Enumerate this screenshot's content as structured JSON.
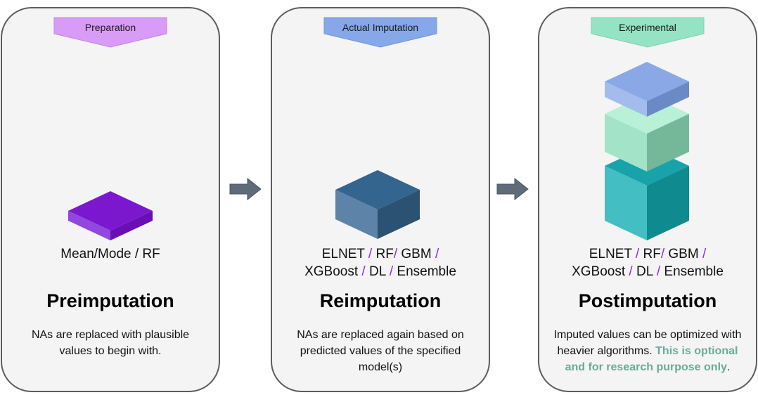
{
  "stages": [
    {
      "tag": "Preparation",
      "tag_color": "#d89cf6",
      "methods_line1": [
        {
          "t": "Mean/Mode / RF",
          "sep": false
        }
      ],
      "methods_line2": [],
      "title": "Preimputation",
      "description": "NAs are replaced with plausible values to begin with.",
      "description_highlight": "",
      "description_end": ""
    },
    {
      "tag": "Actual Imputation",
      "tag_color": "#86a8e8",
      "methods_line1": [
        {
          "t": "ELNET",
          "sep": false
        },
        {
          "t": " / ",
          "sep": true
        },
        {
          "t": "RF",
          "sep": false
        },
        {
          "t": "/ ",
          "sep": true
        },
        {
          "t": "GBM",
          "sep": false
        },
        {
          "t": " /",
          "sep": true
        }
      ],
      "methods_line2": [
        {
          "t": "XGBoost",
          "sep": false
        },
        {
          "t": " / ",
          "sep": true
        },
        {
          "t": "DL",
          "sep": false
        },
        {
          "t": " / ",
          "sep": true
        },
        {
          "t": "Ensemble",
          "sep": false
        }
      ],
      "title": "Reimputation",
      "description": "NAs are replaced again based on predicted values of the specified model(s)",
      "description_highlight": "",
      "description_end": ""
    },
    {
      "tag": "Experimental",
      "tag_color": "#95e3c4",
      "methods_line1": [
        {
          "t": "ELNET",
          "sep": false
        },
        {
          "t": " / ",
          "sep": true
        },
        {
          "t": "RF",
          "sep": false
        },
        {
          "t": "/ ",
          "sep": true
        },
        {
          "t": "GBM",
          "sep": false
        },
        {
          "t": " /",
          "sep": true
        }
      ],
      "methods_line2": [
        {
          "t": "XGBoost",
          "sep": false
        },
        {
          "t": " / ",
          "sep": true
        },
        {
          "t": "DL",
          "sep": false
        },
        {
          "t": " / ",
          "sep": true
        },
        {
          "t": "Ensemble",
          "sep": false
        }
      ],
      "title": "Postimputation",
      "description": "Imputed values can be optimized with heavier algorithms. ",
      "description_highlight": "This is optional and for research purpose only",
      "description_end": "."
    }
  ],
  "colors": {
    "separator": "#8a2be2",
    "highlight": "#6aab98",
    "arrow": "#5f6b79",
    "purple_cube": [
      "#8e3bd8",
      "#6a0fb3",
      "#7b22c8"
    ],
    "blue_cube": [
      "#33658e",
      "#5d84a8",
      "#2b5272"
    ],
    "teal_cube": [
      "#1aa6ad",
      "#43bec3",
      "#0f8b90"
    ],
    "mint_cube": [
      "#b9f0d8",
      "#a3e4c8",
      "#74b899"
    ],
    "periwinkle_cube": [
      "#8aa8e6",
      "#a3bcec",
      "#6b89c4"
    ]
  }
}
